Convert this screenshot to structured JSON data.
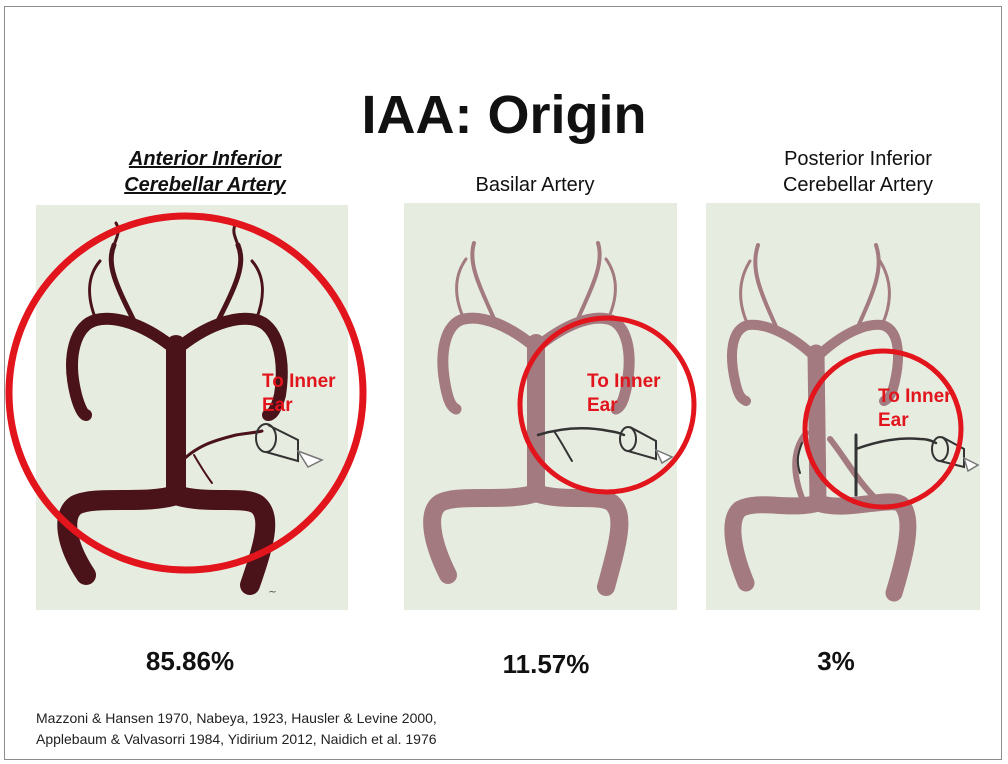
{
  "slide": {
    "title": "IAA: Origin",
    "panels": [
      {
        "caption_line1": "Anterior Inferior",
        "caption_line2": "Cerebellar Artery",
        "percent": "85.86%",
        "ear_line1": "To Inner",
        "ear_line2": "Ear"
      },
      {
        "caption_line1": "Basilar Artery",
        "caption_line2": "",
        "percent": "11.57%",
        "ear_line1": "To Inner",
        "ear_line2": "Ear"
      },
      {
        "caption_line1": "Posterior Inferior",
        "caption_line2": "Cerebellar Artery",
        "percent": "3%",
        "ear_line1": "To Inner",
        "ear_line2": "Ear"
      }
    ],
    "references_line1": "Mazzoni & Hansen 1970, Nabeya, 1923, Hausler & Levine 2000,",
    "references_line2": "Applebaum & Valvasorri 1984, Yidirium 2012, Naidich et al. 1976"
  },
  "colors": {
    "highlight_circle": "#e2141c",
    "drawing_bg": "#e7ece1",
    "artery_dark": "#5a1a22",
    "artery_light": "#b58a8c"
  }
}
